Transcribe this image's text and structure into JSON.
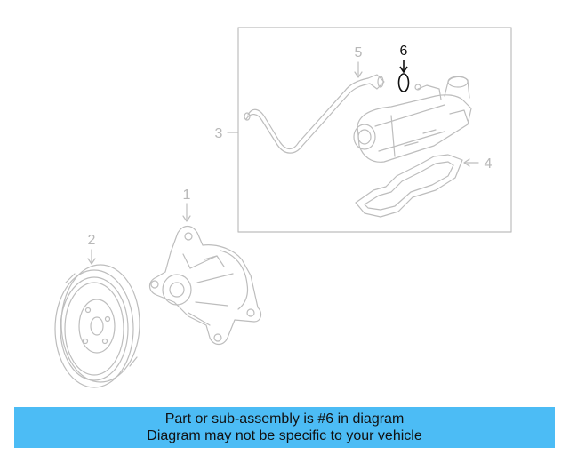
{
  "callouts": {
    "c1": "1",
    "c2": "2",
    "c3": "3",
    "c4": "4",
    "c5": "5",
    "c6": "6"
  },
  "highlighted_part": "6",
  "colors": {
    "line_art": "#bdbdbd",
    "highlight": "#111111",
    "banner": "#4cbcf5"
  },
  "banner": {
    "line1": "Part or sub-assembly is #6 in diagram",
    "line2": "Diagram may not be specific to your vehicle"
  }
}
